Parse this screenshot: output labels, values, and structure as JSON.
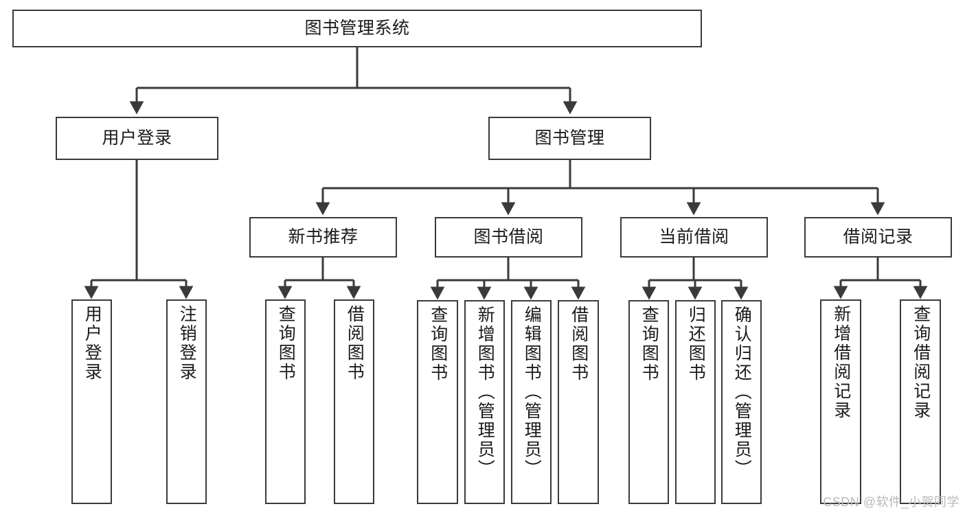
{
  "diagram": {
    "type": "tree",
    "title": "图书管理系统",
    "watermark": "CSDN @软件_小贺同学",
    "colors": {
      "box_border": "#3a3a3a",
      "box_fill": "#ffffff",
      "connector": "#3a3a3a",
      "text": "#1a1a1a",
      "watermark": "#b9b9b9"
    },
    "nodes": {
      "root": {
        "label": "图书管理系统"
      },
      "level2": [
        {
          "id": "user-login",
          "label": "用户登录"
        },
        {
          "id": "book-manage",
          "label": "图书管理"
        }
      ],
      "level3": [
        {
          "id": "new-book-recommend",
          "label": "新书推荐"
        },
        {
          "id": "book-borrow",
          "label": "图书借阅"
        },
        {
          "id": "current-borrow",
          "label": "当前借阅"
        },
        {
          "id": "borrow-record",
          "label": "借阅记录"
        }
      ],
      "leaves": {
        "user_login": [
          {
            "id": "leaf-user-login",
            "label": "用户登录"
          },
          {
            "id": "leaf-user-logout",
            "label": "注销登录"
          }
        ],
        "new_book_recommend": [
          {
            "id": "leaf-query-book-1",
            "label": "查询图书"
          },
          {
            "id": "leaf-borrow-book-1",
            "label": "借阅图书"
          }
        ],
        "book_borrow": [
          {
            "id": "leaf-query-book-2",
            "label": "查询图书"
          },
          {
            "id": "leaf-add-book",
            "label": "新增图书（管理员）"
          },
          {
            "id": "leaf-edit-book",
            "label": "编辑图书（管理员）"
          },
          {
            "id": "leaf-borrow-book-2",
            "label": "借阅图书"
          }
        ],
        "current_borrow": [
          {
            "id": "leaf-query-book-3",
            "label": "查询图书"
          },
          {
            "id": "leaf-return-book",
            "label": "归还图书"
          },
          {
            "id": "leaf-confirm-return",
            "label": "确认归还（管理员）"
          }
        ],
        "borrow_record": [
          {
            "id": "leaf-add-record",
            "label": "新增借阅记录"
          },
          {
            "id": "leaf-query-record",
            "label": "查询借阅记录"
          }
        ]
      }
    }
  }
}
